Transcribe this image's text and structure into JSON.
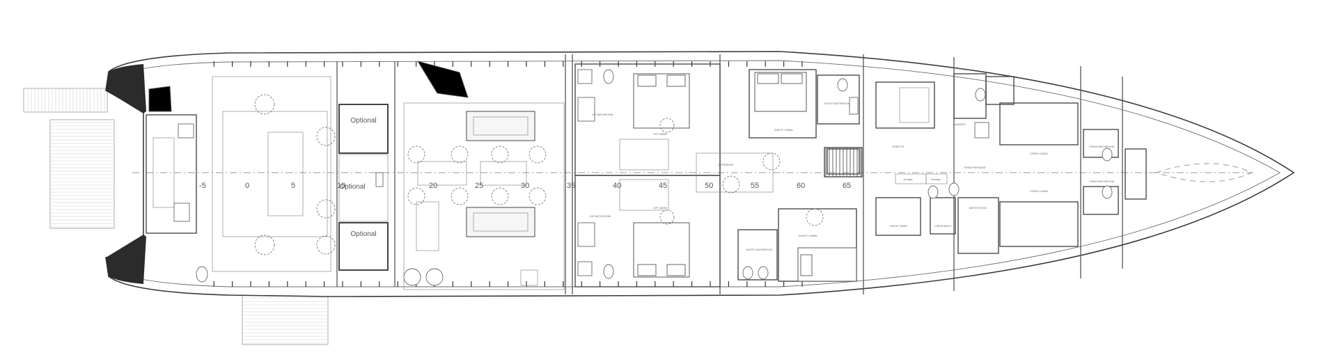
{
  "frame_numbers": [
    {
      "frame": -5,
      "label": "-5"
    },
    {
      "frame": 0,
      "label": "0"
    },
    {
      "frame": 5,
      "label": "5"
    },
    {
      "frame": 10,
      "label": "10"
    },
    {
      "frame": 20,
      "label": "20"
    },
    {
      "frame": 25,
      "label": "25"
    },
    {
      "frame": 30,
      "label": "30"
    },
    {
      "frame": 35,
      "label": "35"
    },
    {
      "frame": 40,
      "label": "40"
    },
    {
      "frame": 45,
      "label": "45"
    },
    {
      "frame": 50,
      "label": "50"
    },
    {
      "frame": 55,
      "label": "55"
    },
    {
      "frame": 60,
      "label": "60"
    },
    {
      "frame": 65,
      "label": "65"
    }
  ],
  "optional_labels": {
    "upper": "Optional",
    "middle": "Optional",
    "lower": "Optional"
  },
  "room_labels": [
    {
      "id": "vip-bathroom-upper",
      "text": "VIP BATHROOM"
    },
    {
      "id": "vip-cabin-upper",
      "text": "VIP CABIN"
    },
    {
      "id": "vip-bathroom-lower",
      "text": "VIP BATHROOM"
    },
    {
      "id": "vip-cabin-lower",
      "text": "VIP CABIN"
    },
    {
      "id": "guest-cabin-upper",
      "text": "GUEST CABIN"
    },
    {
      "id": "guest-bathroom-upper",
      "text": "GUEST BATHROOM"
    },
    {
      "id": "guest-cabin-lower",
      "text": "GUEST CABIN"
    },
    {
      "id": "guest-bathroom-lower",
      "text": "GUEST BATHROOM"
    },
    {
      "id": "corridor",
      "text": "CORRIDOR"
    },
    {
      "id": "dinette",
      "text": "DINETTE"
    },
    {
      "id": "crew-passage",
      "text": "CREW PASSAGE"
    },
    {
      "id": "crew-cabin-upper",
      "text": "CREW CABIN"
    },
    {
      "id": "crew-cabin-lower",
      "text": "CREW CABIN"
    },
    {
      "id": "crew-cabin-mid",
      "text": "CREW CABIN"
    },
    {
      "id": "crew-bathroom-upper",
      "text": "CREW BATHROOM"
    },
    {
      "id": "crew-bathroom-lower",
      "text": "CREW BATHROOM"
    },
    {
      "id": "crew-bath",
      "text": "CREW BATH"
    },
    {
      "id": "laundry",
      "text": "LAUNDRY"
    },
    {
      "id": "mess-room",
      "text": "MESS ROOM"
    },
    {
      "id": "storage-1",
      "text": "storage"
    },
    {
      "id": "storage-2",
      "text": "storage"
    }
  ],
  "colors": {
    "line": "#3a3a3a",
    "background": "#ffffff",
    "optional_border": "#444444"
  }
}
